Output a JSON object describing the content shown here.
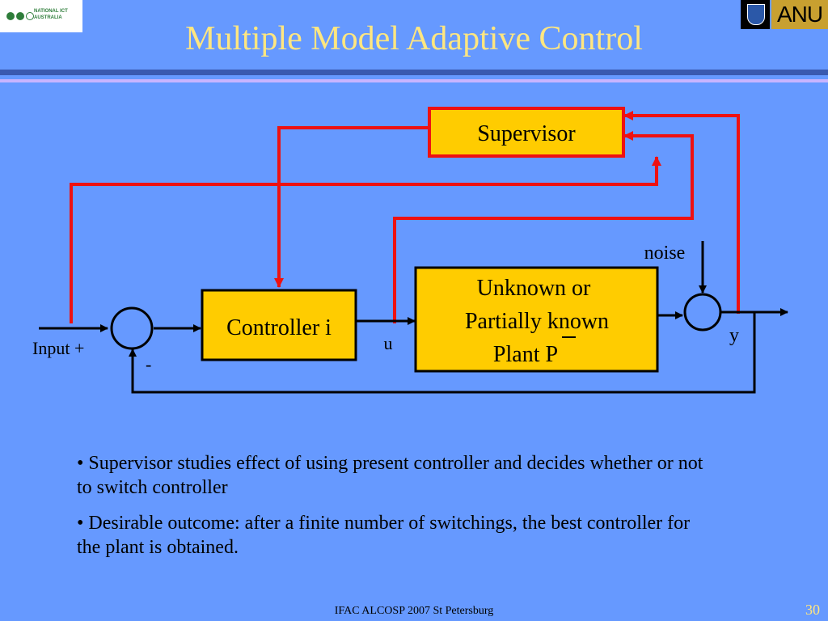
{
  "slide": {
    "title": "Multiple Model Adaptive Control",
    "logos": {
      "left": "NATIONAL ICT AUSTRALIA",
      "right": "ANU"
    }
  },
  "diagram": {
    "supervisor": "Supervisor",
    "controller": "Controller i",
    "plant_line1": "Unknown or",
    "plant_line2": "Partially known",
    "plant_line3": "Plant P",
    "label_noise": "noise",
    "label_input": "Input +",
    "label_minus": "-",
    "label_u": "u",
    "label_y": "y",
    "colors": {
      "box_fill": "#ffcc00",
      "feedback_red": "#ee1111",
      "signal": "#000000"
    }
  },
  "bullets": [
    "•  Supervisor studies effect of using present controller and decides whether    or not to switch controller",
    "•  Desirable outcome: after a finite number of switchings, the best controller    for the plant is obtained."
  ],
  "footer": {
    "text": "IFAC ALCOSP 2007 St Petersburg",
    "page": "30"
  }
}
